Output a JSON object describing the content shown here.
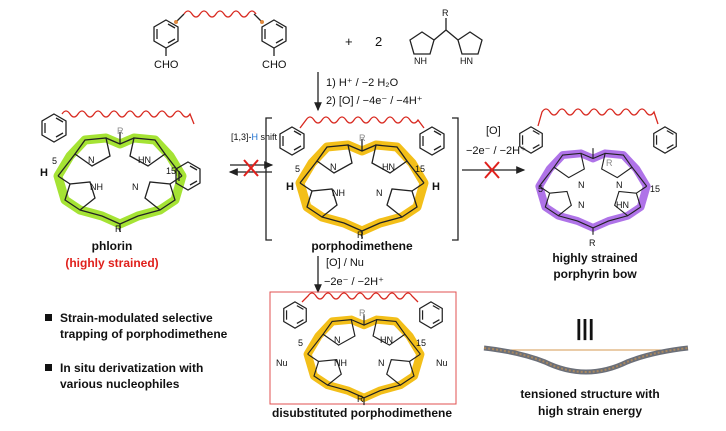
{
  "reagents": {
    "aldehyde_group": "CHO",
    "plus": "+",
    "equiv": "2",
    "pyrrole_nh": "NH",
    "pyrrole_hn": "HN",
    "substituent": "R"
  },
  "step1": {
    "line1": "1) H⁺ / −2 H₂O",
    "line2": "2) [O] / −4e⁻ / −4H⁺"
  },
  "shift_label": {
    "prefix": "[1,3]-",
    "h": "H",
    "suffix": " shift"
  },
  "oxidation_right": {
    "line1": "[O]",
    "line2": "−2e⁻ / −2H⁺"
  },
  "oxidation_down": {
    "line1": "[O] / Nu",
    "line2": "−2e⁻ / −2H⁺"
  },
  "atoms": {
    "N": "N",
    "NH": "NH",
    "HN": "HN",
    "R": "R",
    "H": "H",
    "pos5": "5",
    "pos15": "15",
    "Nu": "Nu"
  },
  "compounds": {
    "phlorin": {
      "name": "phlorin",
      "note": "(highly strained)",
      "color": "#9be01e"
    },
    "porphodimethene": {
      "name": "porphodimethene",
      "color": "#f2b800"
    },
    "porphyrin_bow": {
      "line1": "highly strained",
      "line2": "porphyrin bow",
      "color": "#a664e6"
    },
    "disubstituted": {
      "name": "disubstituted porphodimethene",
      "color": "#f2b800",
      "box_color": "#e05050"
    }
  },
  "bullets": [
    {
      "line1": "Strain-modulated selective",
      "line2": "trapping of porphodimethene"
    },
    {
      "line1": "In situ derivatization with",
      "line2": "various nucleophiles"
    }
  ],
  "equivalence": "|||",
  "bow_caption": {
    "line1": "tensioned structure with",
    "line2": "high strain energy"
  }
}
